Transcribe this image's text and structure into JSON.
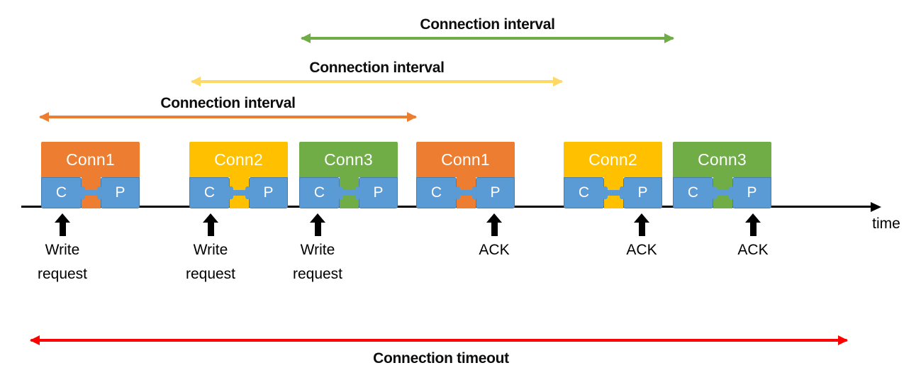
{
  "title_hint": "BLE connection timing diagram",
  "colors": {
    "conn1_orange": "#ED7D31",
    "conn2_gold": "#FFC000",
    "conn3_green": "#70AD47",
    "interval_arrow_yellow": "#FFD966",
    "node_blue": "#5B9BD5",
    "timeout_red": "#FF0000",
    "axis_black": "#000000"
  },
  "intervals": [
    {
      "for": "Conn3",
      "label": "Connection interval",
      "color": "#70AD47"
    },
    {
      "for": "Conn2",
      "label": "Connection interval",
      "color": "#FFD966"
    },
    {
      "for": "Conn1",
      "label": "Connection interval",
      "color": "#ED7D31"
    }
  ],
  "blocks": [
    {
      "name": "Conn1",
      "color": "#ED7D31"
    },
    {
      "name": "Conn2",
      "color": "#FFC000"
    },
    {
      "name": "Conn3",
      "color": "#70AD47"
    },
    {
      "name": "Conn1",
      "color": "#ED7D31"
    },
    {
      "name": "Conn2",
      "color": "#FFC000"
    },
    {
      "name": "Conn3",
      "color": "#70AD47"
    }
  ],
  "node_labels": {
    "central": "C",
    "peripheral": "P"
  },
  "events": [
    {
      "lines": [
        "Write",
        "request"
      ]
    },
    {
      "lines": [
        "Write",
        "request"
      ]
    },
    {
      "lines": [
        "Write",
        "request"
      ]
    },
    {
      "lines": [
        "ACK"
      ]
    },
    {
      "lines": [
        "ACK"
      ]
    },
    {
      "lines": [
        "ACK"
      ]
    }
  ],
  "timeline": {
    "label": "time"
  },
  "timeout": {
    "label": "Connection timeout",
    "color": "#FF0000"
  }
}
